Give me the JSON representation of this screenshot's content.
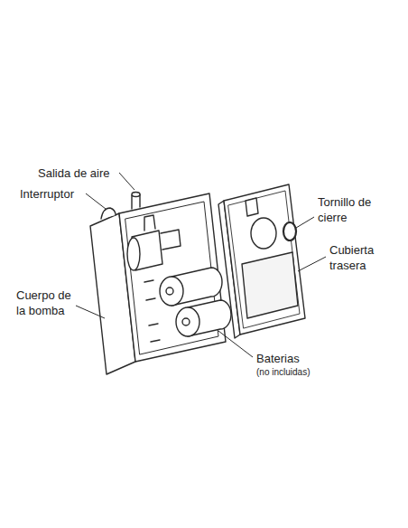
{
  "diagram": {
    "labels": [
      "Salida de aire",
      "Interruptor",
      "Cuerpo de la bomba",
      "Tornillo de cierre",
      "Cubierta trasera",
      "Baterias",
      "(no incluidas)"
    ]
  }
}
